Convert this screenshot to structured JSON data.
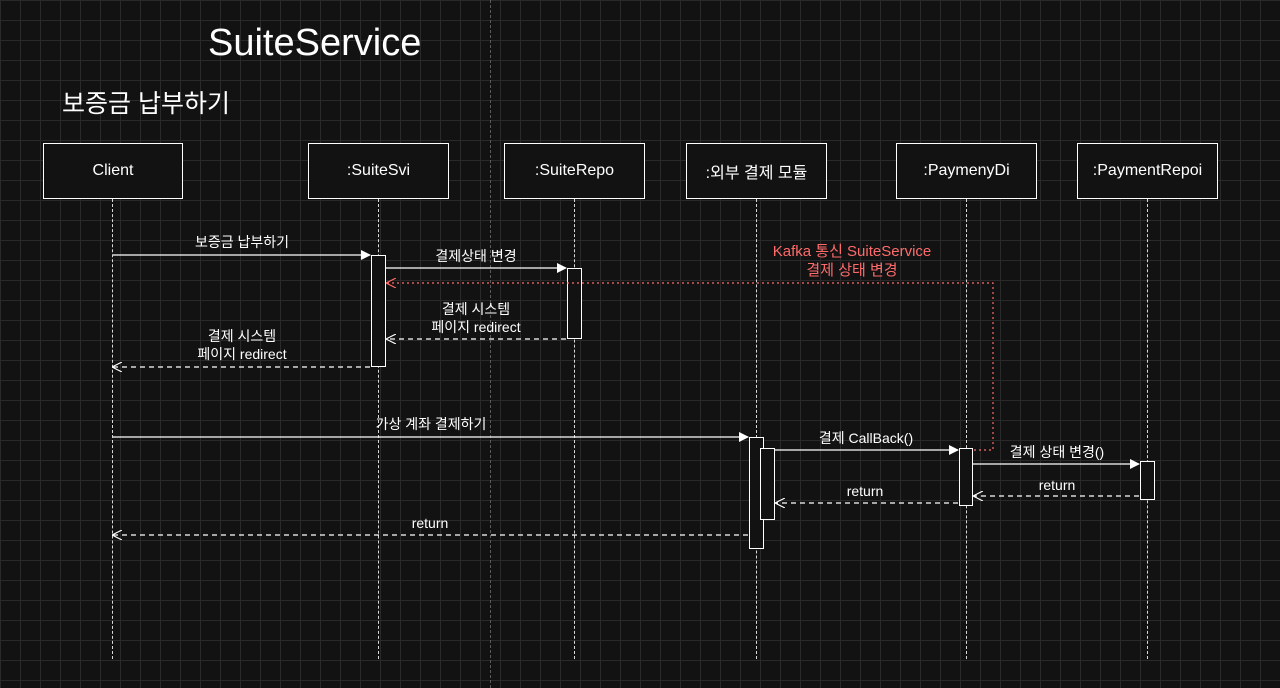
{
  "title": "SuiteService",
  "subtitle": "보증금 납부하기",
  "colors": {
    "background": "#121212",
    "line": "#ffffff",
    "async_note": "#ff6b6b"
  },
  "participants": [
    {
      "label": "Client"
    },
    {
      "label": ":SuiteSvi"
    },
    {
      "label": ":SuiteRepo"
    },
    {
      "label": ":외부 결제 모듈"
    },
    {
      "label": ":PaymenyDi"
    },
    {
      "label": ":PaymentRepoi"
    }
  ],
  "messages": [
    {
      "label": "보증금 납부하기",
      "type": "sync"
    },
    {
      "label": "결제상태 변경",
      "type": "sync"
    },
    {
      "label_line1": "결제 시스템",
      "label_line2": "페이지 redirect",
      "type": "return"
    },
    {
      "label_line1": "결제 시스템",
      "label_line2": "페이지 redirect",
      "type": "return"
    },
    {
      "label": "가상 계좌 결제하기",
      "type": "sync"
    },
    {
      "label": "결제 CallBack()",
      "type": "sync"
    },
    {
      "label": "결제 상태 변경()",
      "type": "sync"
    },
    {
      "label": "return",
      "type": "return"
    },
    {
      "label": "return",
      "type": "return"
    },
    {
      "label": "return",
      "type": "return"
    }
  ],
  "async_note": {
    "line1": "Kafka 통신 SuiteService",
    "line2": "결제 상태 변경"
  }
}
